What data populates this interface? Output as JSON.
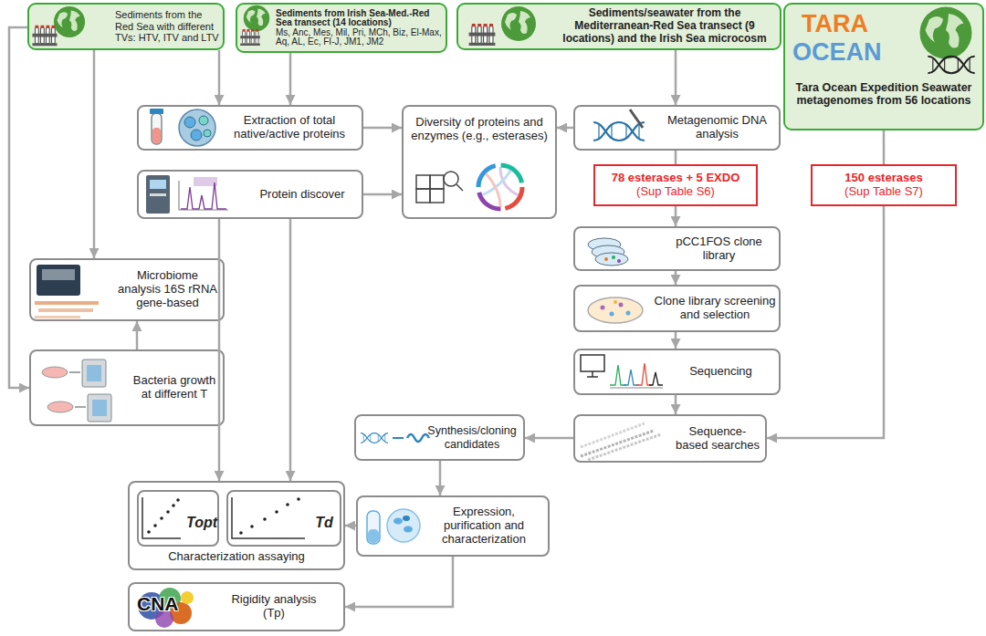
{
  "diagram": {
    "nodes": [
      {
        "text": [
          "Sediments from the Red Sea with different TVs: HTV, ITV and LTV"
        ]
      },
      {
        "text": [
          "Sediments from Irish Sea-Med.-Red Sea transect (14 locations)",
          "Ms, Anc, Mes, Mil, Pri, MCh, Biz, El-Max, Aq, AL, Ec, FI-J, JM1, JM2"
        ]
      },
      {
        "text": [
          "Sediments/seawater from the Mediterranean-Red Sea transect (9 locations) and the Irish Sea microcosm"
        ]
      },
      {
        "text": [
          "TARA",
          "OCEAN",
          "Tara Ocean Expedition Seawater metagenomes from 56 locations"
        ]
      },
      {
        "text": [
          "Extraction of total native/active proteins"
        ]
      },
      {
        "text": [
          "Protein discover"
        ]
      },
      {
        "text": [
          "Diversity of proteins and enzymes (e.g., esterases)"
        ]
      },
      {
        "text": [
          "Metagenomic DNA analysis"
        ]
      },
      {
        "text": [
          "78 esterases + 5 EXDO",
          "(Sup Table S6)"
        ]
      },
      {
        "text": [
          "150 esterases",
          "(Sup Table S7)"
        ]
      },
      {
        "text": [
          "pCC1FOS clone library"
        ]
      },
      {
        "text": [
          "Microbiome analysis 16S rRNA gene-based"
        ]
      },
      {
        "text": [
          "Clone library screening and selection"
        ]
      },
      {
        "text": [
          "Bacteria growth at different T"
        ]
      },
      {
        "text": [
          "Sequencing"
        ]
      },
      {
        "text": [
          "Synthesis/cloning candidates"
        ]
      },
      {
        "text": [
          "Sequence-based searches"
        ]
      },
      {
        "text": [
          "Characterization assaying"
        ]
      },
      {
        "text": [
          "Topt"
        ],
        "in": 17
      },
      {
        "text": [
          "Td"
        ],
        "in": 17
      },
      {
        "text": [
          "Expression, purification and characterization"
        ]
      },
      {
        "text": [
          "Rigidity analysis (Tp)"
        ]
      }
    ],
    "edges": [
      {
        "from": 0,
        "to": 4,
        "arrow": "to"
      },
      {
        "from": 1,
        "to": 4,
        "arrow": "to"
      },
      {
        "from": 0,
        "to": 11,
        "arrow": "to"
      },
      {
        "from": 0,
        "to": 13,
        "arrow": "to"
      },
      {
        "from": 13,
        "to": 11,
        "arrow": "to"
      },
      {
        "from": 4,
        "to": 6,
        "arrow": "to"
      },
      {
        "from": 5,
        "to": 6,
        "arrow": "to"
      },
      {
        "from": 7,
        "to": 6,
        "arrow": "to"
      },
      {
        "from": 2,
        "to": 7,
        "arrow": "to"
      },
      {
        "from": 7,
        "to": 8,
        "arrow": "none"
      },
      {
        "from": 8,
        "to": 10,
        "arrow": "to"
      },
      {
        "from": 10,
        "to": 12,
        "arrow": "to"
      },
      {
        "from": 12,
        "to": 14,
        "arrow": "to"
      },
      {
        "from": 14,
        "to": 16,
        "arrow": "to"
      },
      {
        "from": 3,
        "to": 9,
        "arrow": "none"
      },
      {
        "from": 9,
        "to": 16,
        "arrow": "to"
      },
      {
        "from": 16,
        "to": 15,
        "arrow": "to"
      },
      {
        "from": 15,
        "to": 20,
        "arrow": "to"
      },
      {
        "from": 20,
        "to": 17,
        "arrow": "to"
      },
      {
        "from": 20,
        "to": 21,
        "arrow": "to"
      },
      {
        "from": 5,
        "to": 17,
        "arrow": "to"
      },
      {
        "from": 5,
        "to": 17,
        "arrow": "to"
      }
    ],
    "labels": [
      "CNA"
    ]
  }
}
